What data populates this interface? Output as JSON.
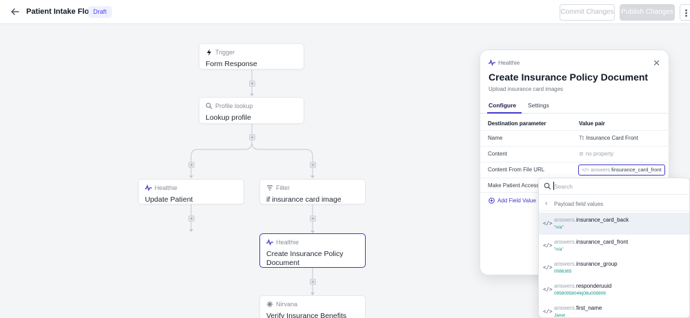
{
  "header": {
    "title": "Patient Intake Flow",
    "badge": "Draft",
    "commit_label": "Commit Changes",
    "publish_label": "Publish Changes"
  },
  "colors": {
    "accent": "#4338ca",
    "canvas": "#f4f5f7",
    "sample_text": "#0d9488"
  },
  "nodes": {
    "trigger": {
      "kind": "Trigger",
      "title": "Form Response",
      "icon": "bolt-icon"
    },
    "lookup": {
      "kind": "Profile lookup",
      "title": "Lookup profile",
      "icon": "profile-lookup-icon"
    },
    "update": {
      "kind": "Healthie",
      "title": "Update Patient",
      "icon": "healthie-icon"
    },
    "filter": {
      "kind": "Filter",
      "title": "if insurance card image",
      "icon": "filter-icon"
    },
    "create": {
      "kind": "Healthie",
      "title": "Create Insurance Policy Document",
      "icon": "healthie-icon"
    },
    "verify": {
      "kind": "Nirvana",
      "title": "Verify Insurance Benefits",
      "icon": "nirvana-icon"
    }
  },
  "panel": {
    "kind": "Healthie",
    "title": "Create Insurance Policy Document",
    "subtitle": "Upload insurance card images",
    "tabs": [
      "Configure",
      "Settings"
    ],
    "col_param": "Destination parameter",
    "col_value": "Value pair",
    "rows": [
      {
        "label": "Name",
        "value": "Insurance Card Front"
      },
      {
        "label": "Content",
        "value": "no property"
      },
      {
        "label": "Content From File URL",
        "prefix": "answers.",
        "value": "finsurance_card_front"
      },
      {
        "label": "Make Patient Accessible"
      }
    ],
    "add_field": "Add Field Value"
  },
  "dropdown": {
    "placeholder": "Search",
    "back_label": "Payload field values",
    "items": [
      {
        "prefix": "answers.",
        "key": "insurance_card_back",
        "sample": "\"n/a\""
      },
      {
        "prefix": "answers.",
        "key": "insurance_card_front",
        "sample": "\"n/a\""
      },
      {
        "prefix": "answers.",
        "key": "insurance_group",
        "sample": "0086365"
      },
      {
        "prefix": "answers.",
        "key": "responderuuid",
        "sample": "0958095804lkj08u008909"
      },
      {
        "prefix": "answers.",
        "key": "first_name",
        "sample": "Janet"
      }
    ]
  }
}
